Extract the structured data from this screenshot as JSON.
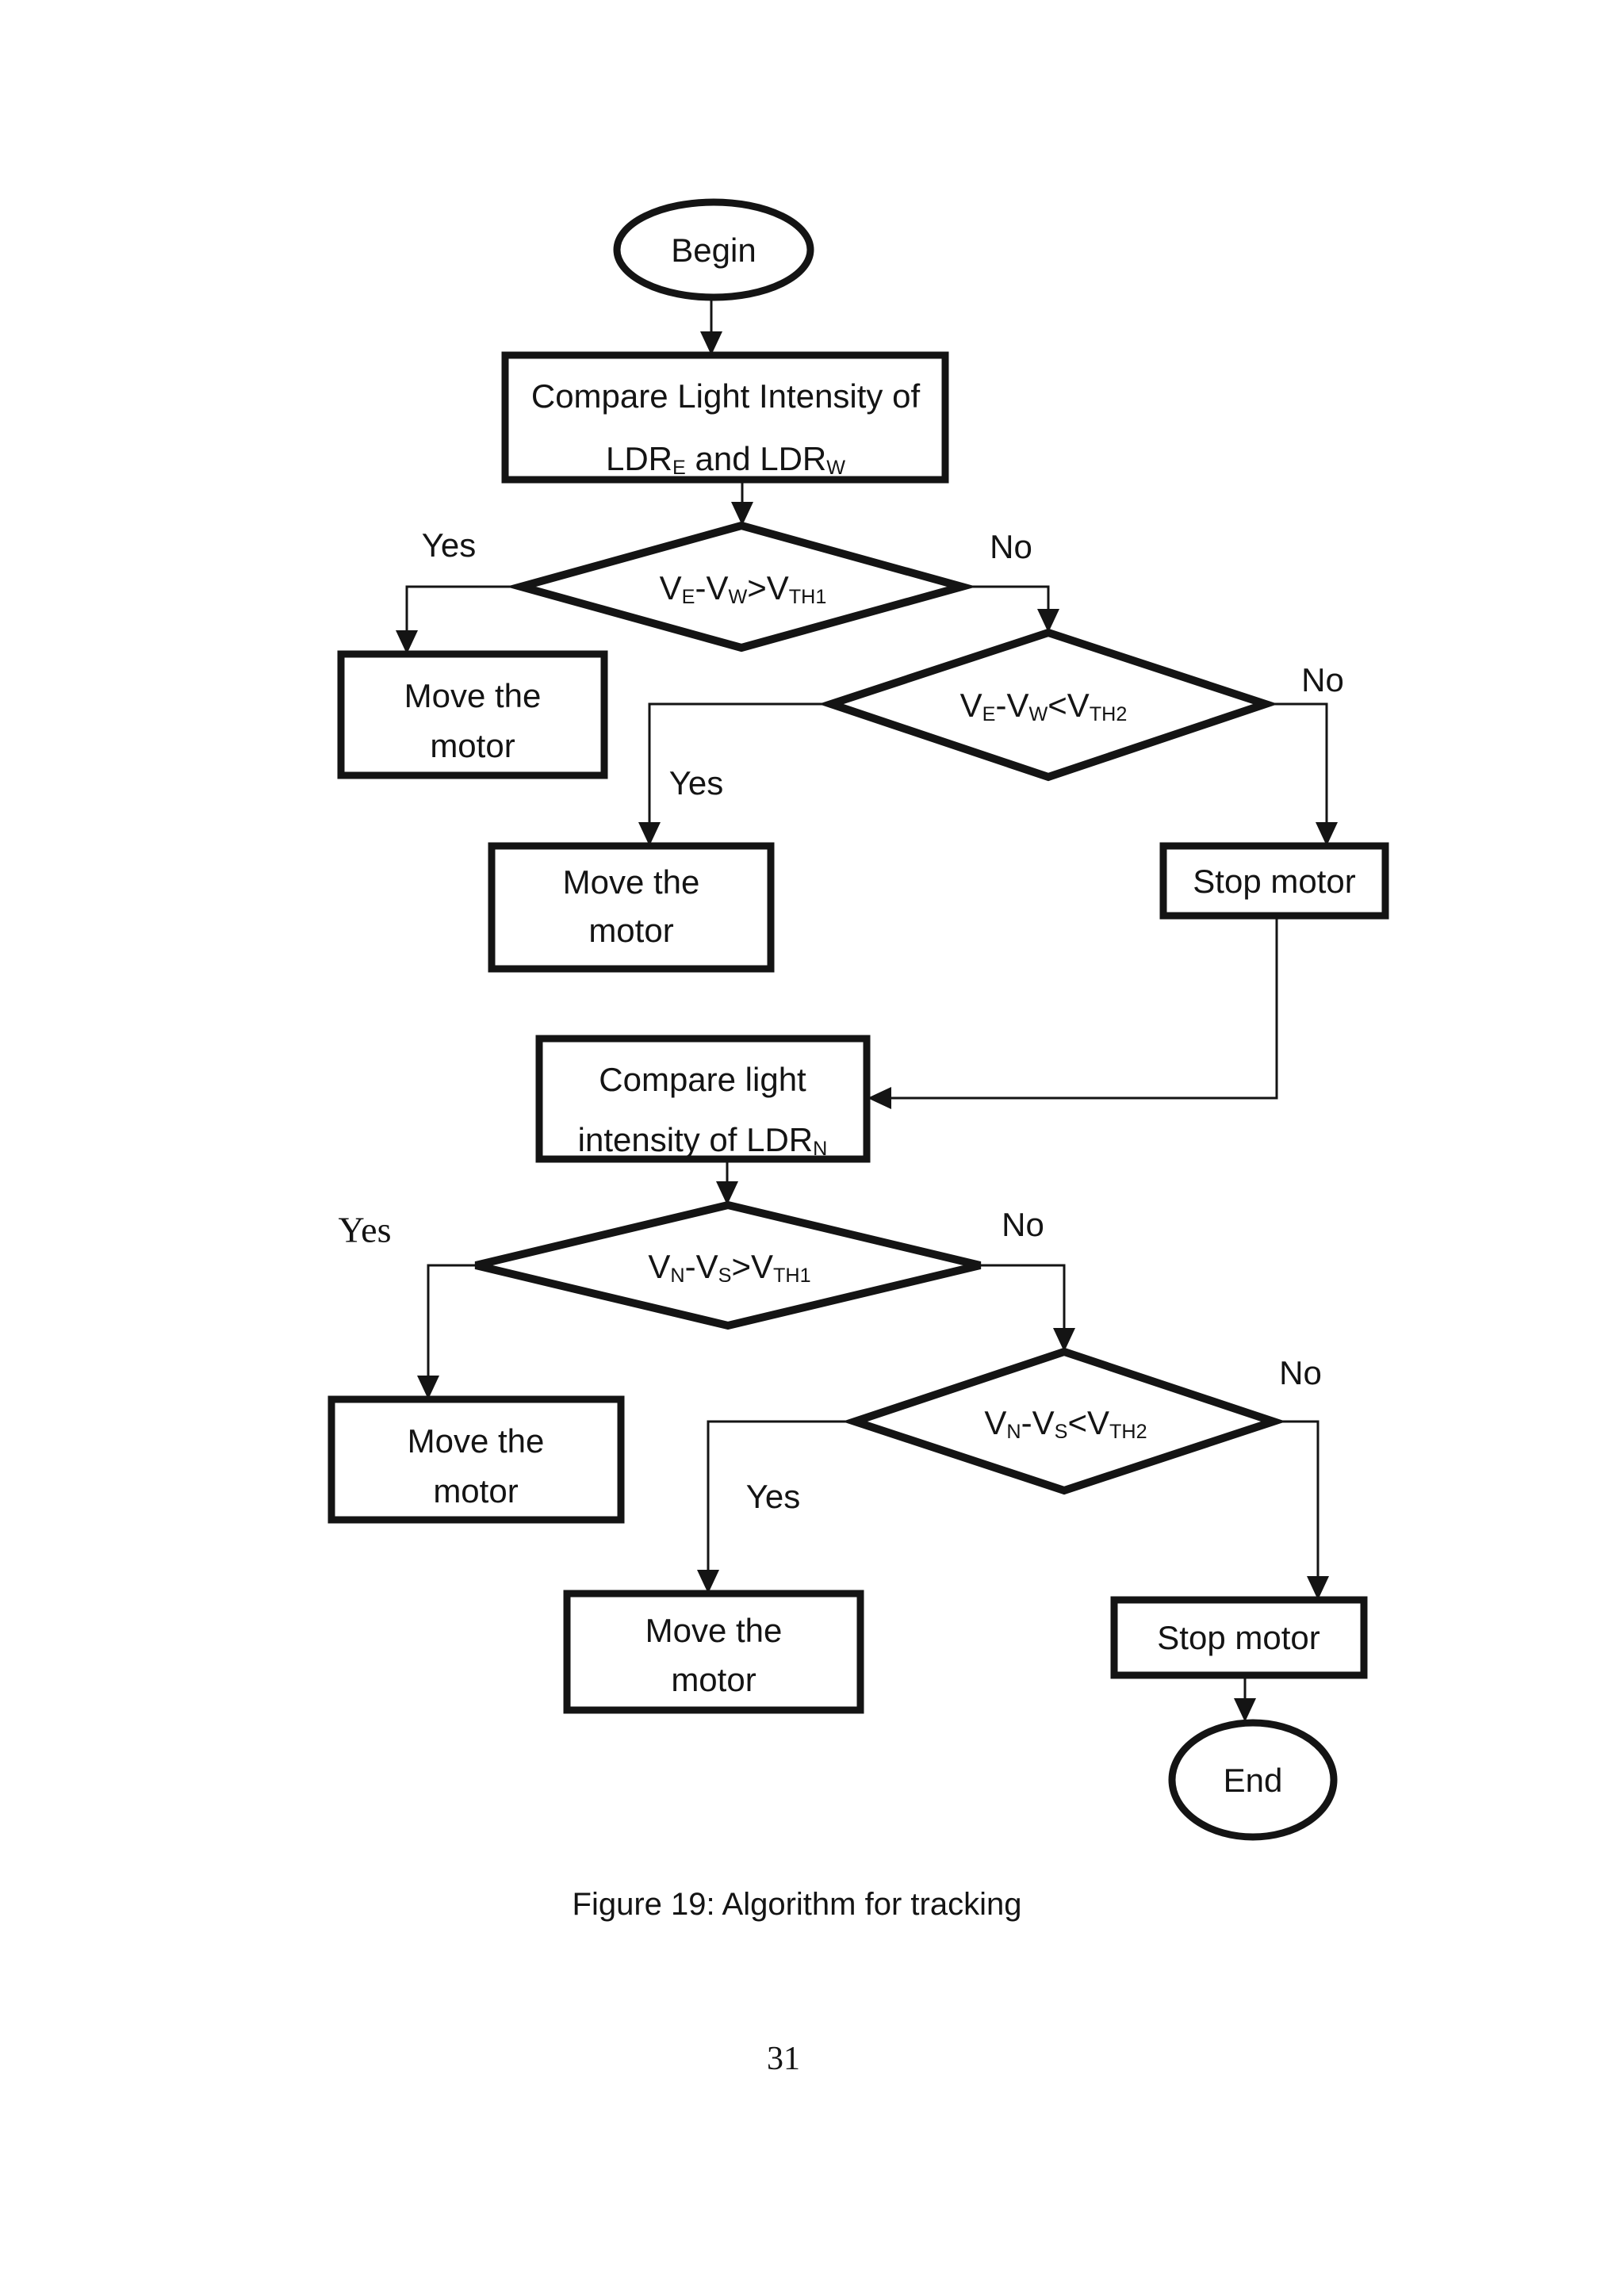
{
  "page": {
    "caption": "Figure 19: Algorithm for tracking",
    "page_number": "31"
  },
  "colors": {
    "ink": "#141414",
    "background": "#ffffff"
  },
  "nodes": {
    "begin": {
      "label": "Begin"
    },
    "compare_ew": {
      "line1": "Compare Light Intensity of",
      "line2": [
        {
          "t": "LDR"
        },
        {
          "t": "E",
          "sub": true
        },
        {
          "t": " and LDR"
        },
        {
          "t": "W",
          "sub": true
        }
      ]
    },
    "decision_ew_gt_th1": {
      "label": [
        {
          "t": "V"
        },
        {
          "t": "E",
          "sub": true
        },
        {
          "t": "-V"
        },
        {
          "t": "W",
          "sub": true
        },
        {
          "t": ">V"
        },
        {
          "t": "TH1",
          "sub": true
        }
      ]
    },
    "move_motor_1": {
      "line1": "Move the",
      "line2": "motor"
    },
    "decision_ew_lt_th2": {
      "label": [
        {
          "t": "V"
        },
        {
          "t": "E",
          "sub": true
        },
        {
          "t": "-V"
        },
        {
          "t": "W",
          "sub": true
        },
        {
          "t": "<V"
        },
        {
          "t": "TH2",
          "sub": true
        }
      ]
    },
    "move_motor_2": {
      "line1": "Move the",
      "line2": "motor"
    },
    "stop_motor_1": {
      "label": "Stop motor"
    },
    "compare_n": {
      "line1": "Compare light",
      "line2": [
        {
          "t": "intensity of LDR"
        },
        {
          "t": "N",
          "sub": true
        }
      ]
    },
    "decision_ns_gt_th1": {
      "label": [
        {
          "t": "V"
        },
        {
          "t": "N",
          "sub": true
        },
        {
          "t": "-V"
        },
        {
          "t": "S",
          "sub": true
        },
        {
          "t": ">V"
        },
        {
          "t": "TH1",
          "sub": true
        }
      ]
    },
    "move_motor_3": {
      "line1": "Move the",
      "line2": "motor"
    },
    "decision_ns_lt_th2": {
      "label": [
        {
          "t": "V"
        },
        {
          "t": "N",
          "sub": true
        },
        {
          "t": "-V"
        },
        {
          "t": "S",
          "sub": true
        },
        {
          "t": "<V"
        },
        {
          "t": "TH2",
          "sub": true
        }
      ]
    },
    "move_motor_4": {
      "line1": "Move the",
      "line2": "motor"
    },
    "stop_motor_2": {
      "label": "Stop motor"
    },
    "end": {
      "label": "End"
    }
  },
  "edge_labels": {
    "yes1": "Yes",
    "no1": "No",
    "yes2": "Yes",
    "no2": "No",
    "yes3": "Yes",
    "no3": "No",
    "yes4": "Yes",
    "no4": "No"
  }
}
